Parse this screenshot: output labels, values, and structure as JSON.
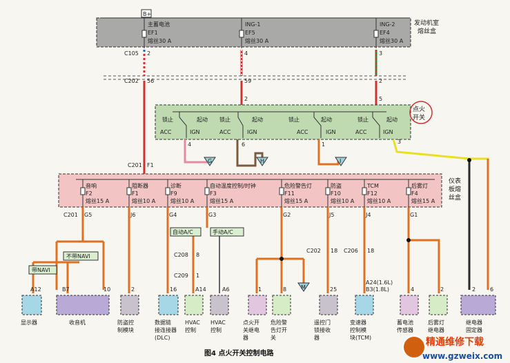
{
  "bplus": "B+",
  "engine_box": {
    "title": "发动机室\n熔丝盒",
    "fuses": [
      {
        "name": "主蓄电池",
        "id": "EF1",
        "rating": "熔丝30 A",
        "top_conn": "C105",
        "pin": "2"
      },
      {
        "name": "ING-1",
        "id": "EF5",
        "rating": "熔丝30 A",
        "pin": "4"
      },
      {
        "name": "ING-2",
        "id": "EF4",
        "rating": "熔丝30 A",
        "pin": "3"
      }
    ],
    "c202_label": "C202",
    "c202_pins": [
      "56",
      "59",
      "2"
    ]
  },
  "ign_switch": {
    "title": "点火\n开关",
    "pins_top": [
      "2",
      "5"
    ],
    "labels": {
      "lock": "锁止",
      "start": "起动",
      "acc": "ACC",
      "ign": "IGN"
    },
    "out_pins": [
      "4",
      "6",
      "1",
      "3"
    ],
    "refs": [
      "G",
      "H",
      "I"
    ]
  },
  "c201": {
    "label": "C201",
    "pin": "F1"
  },
  "panel_box": {
    "title": "仪表\n板熔\n丝盒",
    "fuses": [
      {
        "name": "音响",
        "id": "F2",
        "rating": "熔丝15 A",
        "conn": "C201",
        "pin": "G5"
      },
      {
        "name": "阻断器",
        "id": "F1",
        "rating": "熔丝10 A",
        "pin": "J6"
      },
      {
        "name": "诊断",
        "id": "F9",
        "rating": "熔丝10 A",
        "pin": "G4"
      },
      {
        "name": "自动温度控制/时钟",
        "id": "F3",
        "rating": "熔丝15 A",
        "pin": "G3"
      },
      {
        "name": "危险警告灯",
        "id": "F11",
        "rating": "熔丝15 A",
        "pin": "G2"
      },
      {
        "name": "防盗",
        "id": "F10",
        "rating": "熔丝10 A",
        "pin": "J5"
      },
      {
        "name": "TCM",
        "id": "F12",
        "rating": "熔丝10 A",
        "pin": "J4"
      },
      {
        "name": "后雾灯",
        "id": "F4",
        "rating": "熔丝15 A",
        "pin": "G1"
      }
    ]
  },
  "labels": {
    "with_navi": "带NAVI",
    "without_navi": "不带NAVI",
    "auto_ac": "自动A/C",
    "manual_ac": "手动A/C",
    "c208": "C208",
    "c208_pin": "8",
    "c209": "C209",
    "c209_pin": "1",
    "c202b": "C202",
    "c202b_pin": "18",
    "c206": "C206",
    "c206_pin": "18",
    "ref_m": "M"
  },
  "components": [
    {
      "name": "显示器",
      "pin": "A12"
    },
    {
      "name": "收音机",
      "pins": [
        "B7",
        "10"
      ]
    },
    {
      "name": "防盗控\n制模块",
      "pin": "2"
    },
    {
      "name": "数据链\n接连接器\n(DLC)",
      "pin": "16"
    },
    {
      "name": "HVAC\n控制",
      "pin": "A14"
    },
    {
      "name": "HVAC\n控制",
      "pin": "A6"
    },
    {
      "name": "点火开\n关继电\n器",
      "pin": "1"
    },
    {
      "name": "危险警\n告灯开\n关",
      "pin": "8"
    },
    {
      "name": "遥控门\n锁接收\n器",
      "pin": "25"
    },
    {
      "name": "变速器\n控制模\n块(TCM)",
      "pin": "A24(1.6L)\nB3(1.8L)"
    },
    {
      "name": "蓄电池\n传感器",
      "pin": "4"
    },
    {
      "name": "后雾灯\n继电器",
      "pin": "2"
    },
    {
      "name": "继电器\n固定器",
      "pins": [
        "2",
        "6"
      ]
    }
  ],
  "caption": "图4    点火开关控制电路",
  "watermark": {
    "text": "精通维修下载",
    "url": "www.gzweix.com"
  }
}
